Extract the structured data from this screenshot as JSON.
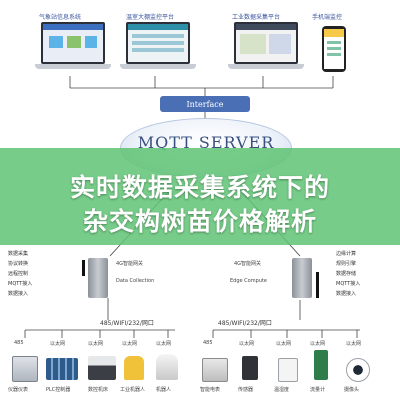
{
  "top_screens": [
    {
      "label": "气象站信息系统"
    },
    {
      "label": "温室大棚监控平台"
    },
    {
      "label": "工业数据采集平台"
    },
    {
      "label": "手机端监控"
    }
  ],
  "interface_label": "Interface",
  "server_label": "MQTT SERVER",
  "banner": {
    "line1": "实时数据采集系统下的",
    "line2": "杂交构树苗价格解析"
  },
  "left_gateway": {
    "name": "4G智能网关",
    "caption": "Data Collection",
    "features": [
      "数据采集",
      "协议转换",
      "远程控制",
      "MQTT接入",
      "数据接入"
    ]
  },
  "right_gateway": {
    "name": "4G智能网关",
    "caption": "Edge Compute",
    "features": [
      "边缘计算",
      "规则引擎",
      "数据存储",
      "MQTT接入",
      "数据接入"
    ]
  },
  "left_bus": "485/WIFI/232/网口",
  "right_bus": "485/WIFI/232/网口",
  "left_ports": [
    "485",
    "以太网",
    "以太网",
    "以太网",
    "以太网"
  ],
  "right_ports": [
    "485",
    "以太网",
    "以太网",
    "以太网",
    "以太网"
  ],
  "left_devices": [
    "仪器仪表",
    "PLC控制器",
    "数控机床",
    "工业机器人",
    "机器人"
  ],
  "right_devices": [
    "智能电表",
    "传感器",
    "温湿度",
    "流量计",
    "摄像头"
  ]
}
